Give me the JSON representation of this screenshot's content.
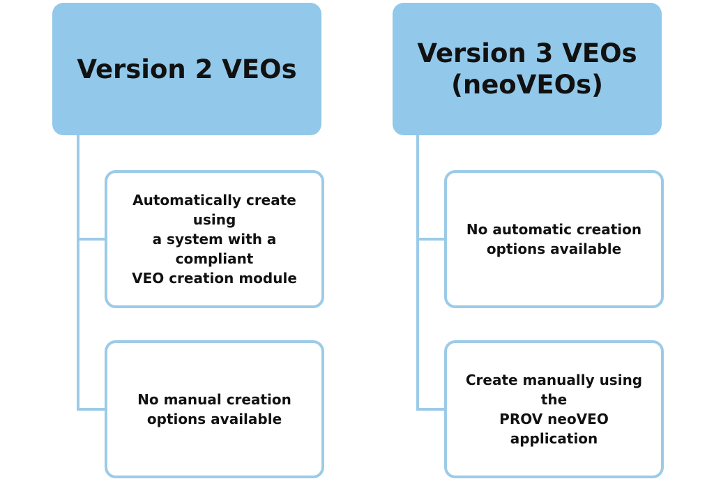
{
  "colors": {
    "header_fill": "#92c8e9",
    "child_border": "#9ccbe8",
    "connector": "#9ccbe8",
    "text": "#111111"
  },
  "columns": [
    {
      "header": [
        "Version 2 VEOs"
      ],
      "children": [
        [
          "Automatically create using",
          "a system with a compliant",
          "VEO creation module"
        ],
        [
          "No manual creation",
          "options available"
        ]
      ]
    },
    {
      "header": [
        "Version 3 VEOs",
        "(neoVEOs)"
      ],
      "children": [
        [
          "No automatic creation",
          "options available"
        ],
        [
          "Create manually using the",
          "PROV neoVEO application"
        ]
      ]
    }
  ]
}
